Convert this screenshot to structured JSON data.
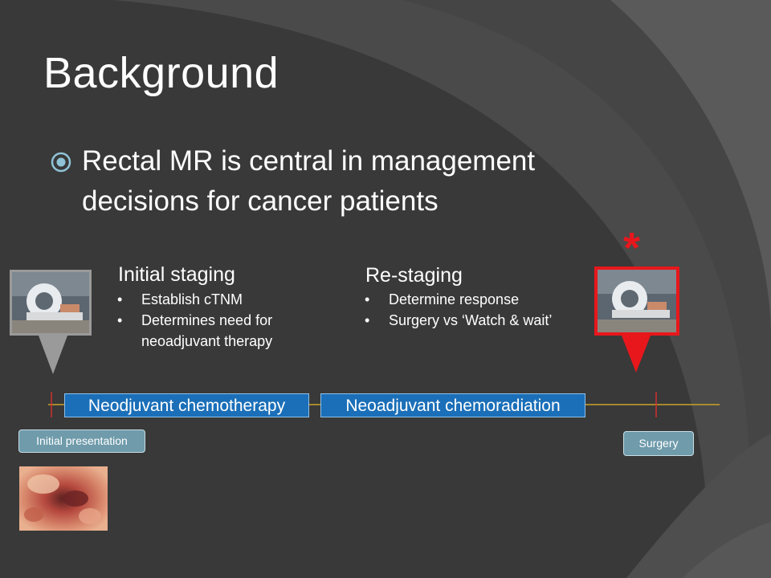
{
  "slide": {
    "title": "Background",
    "main_bullet": "Rectal MR is central in management decisions for cancer patients"
  },
  "initial_staging": {
    "heading": "Initial staging",
    "items": [
      "Establish cTNM",
      "Determines need for neoadjuvant therapy"
    ]
  },
  "restaging": {
    "heading": "Re-staging",
    "items": [
      "Determine response",
      "Surgery vs ‘Watch & wait’"
    ]
  },
  "timeline": {
    "phase1": "Neodjuvant chemotherapy",
    "phase2": "Neoadjuvant chemoradiation",
    "start_label": "Initial presentation",
    "end_label": "Surgery",
    "highlight_mark": "*"
  },
  "colors": {
    "background": "#3b3b3b",
    "bar": "#1b6fb8",
    "pill": "#6f9bab",
    "highlight": "#e8171c",
    "timeline_line": "#c9a227"
  },
  "icons": {
    "bullet": "circled-dot-icon",
    "scanner": "mri-scanner-image",
    "endoscopy": "endoscopy-image"
  }
}
